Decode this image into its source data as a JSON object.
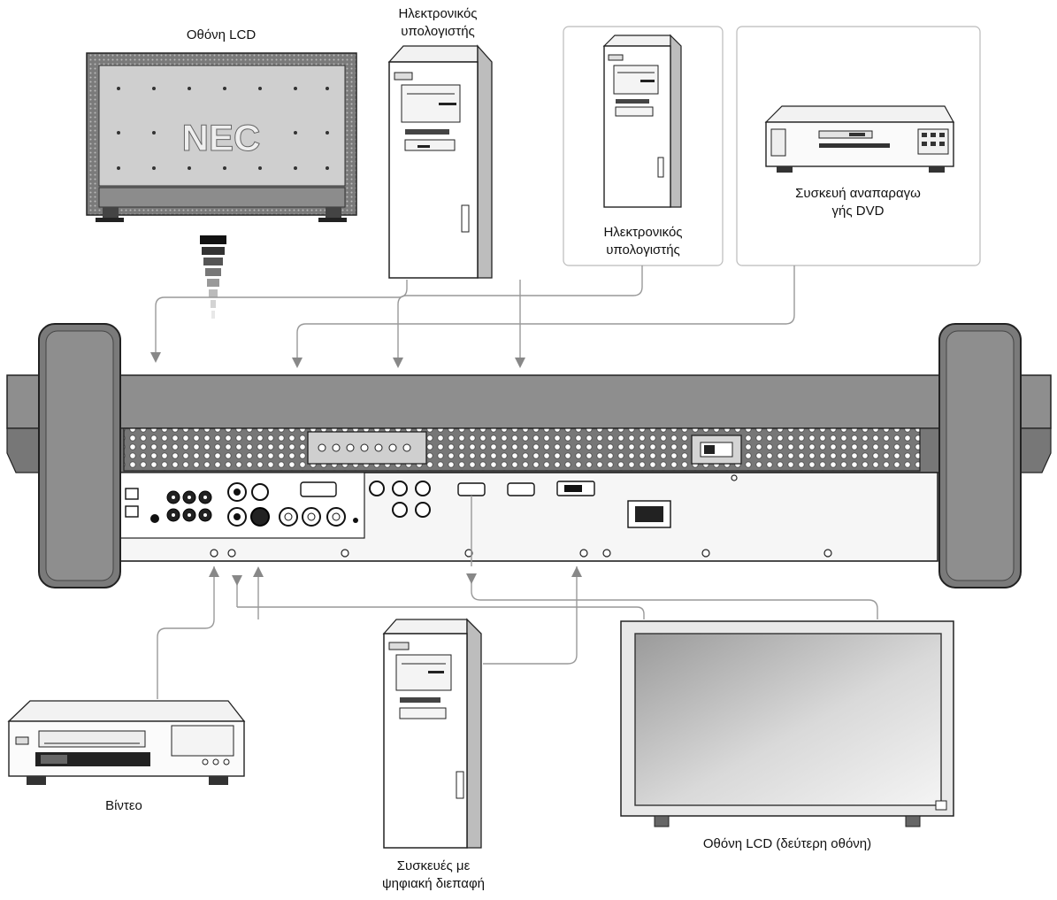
{
  "labels": {
    "lcd_top": "Οθόνη LCD",
    "nec_logo": "NEC",
    "pc1_line1": "Ηλεκτρονικός",
    "pc1_line2": "υπολογιστής",
    "pc2_line1": "Ηλεκτρονικός",
    "pc2_line2": "υπολογιστής",
    "dvd_line1": "Συσκευή αναπαραγω",
    "dvd_line2": "γής DVD",
    "vcr": "Βίντεο",
    "digital_line1": "Συσκευές με",
    "digital_line2": "ψηφιακή διεπαφή",
    "lcd_second": "Οθόνη LCD (δεύτερη οθόνη)"
  },
  "colors": {
    "line": "#111111",
    "cable": "#999999",
    "panel_face": "#e2e2e2",
    "panel_dark": "#8c8c8c",
    "screen_light": "#f4f4f4",
    "screen_dark": "#9a9a9a"
  }
}
